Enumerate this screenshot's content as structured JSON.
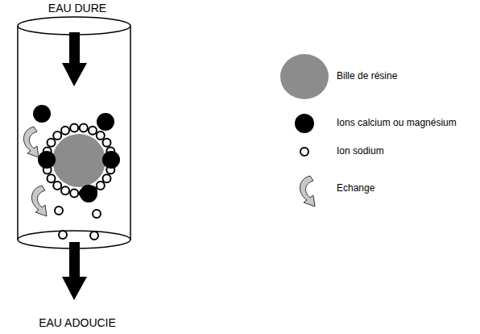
{
  "diagram": {
    "labels": [
      "EAU DURE",
      "EAU ADOUCIE"
    ],
    "legend": [
      {
        "text": "Bille de résine",
        "color": "#8c8c8c"
      },
      {
        "text": "Ions calcium ou magnésium",
        "color": "#000000"
      },
      {
        "text": "Ion sodium"
      },
      {
        "text": "Echange"
      }
    ]
  }
}
